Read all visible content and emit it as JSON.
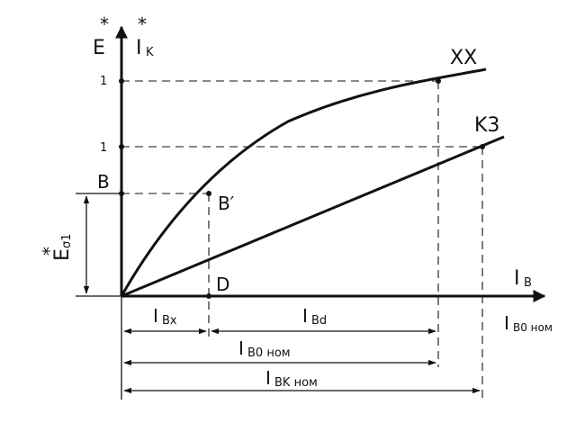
{
  "axes": {
    "y_label_e": "E",
    "y_label_i": "I",
    "y_label_i_sub": "K",
    "asterisk": "*",
    "x_label": "I",
    "x_label_sub": "B"
  },
  "ticks": {
    "tick_1_upper": "1",
    "tick_1_lower": "1"
  },
  "curves": {
    "xx_label": "XX",
    "kz_label": "K3"
  },
  "points": {
    "b_label": "B",
    "b_prime_label": "B′",
    "d_label": "D"
  },
  "leakage": {
    "asterisk": "*",
    "label": "E",
    "sub": "σ1"
  },
  "dimensions": {
    "ibx": {
      "main": "I",
      "sub": "Bx"
    },
    "ibd": {
      "main": "I",
      "sub": "Bd"
    },
    "ib0nom": {
      "main": "I",
      "sub": "B0 ном"
    },
    "ibknom": {
      "main": "I",
      "sub": "BK ном"
    },
    "ib0nom_right": {
      "main": "I",
      "sub": "B0 ном"
    }
  }
}
